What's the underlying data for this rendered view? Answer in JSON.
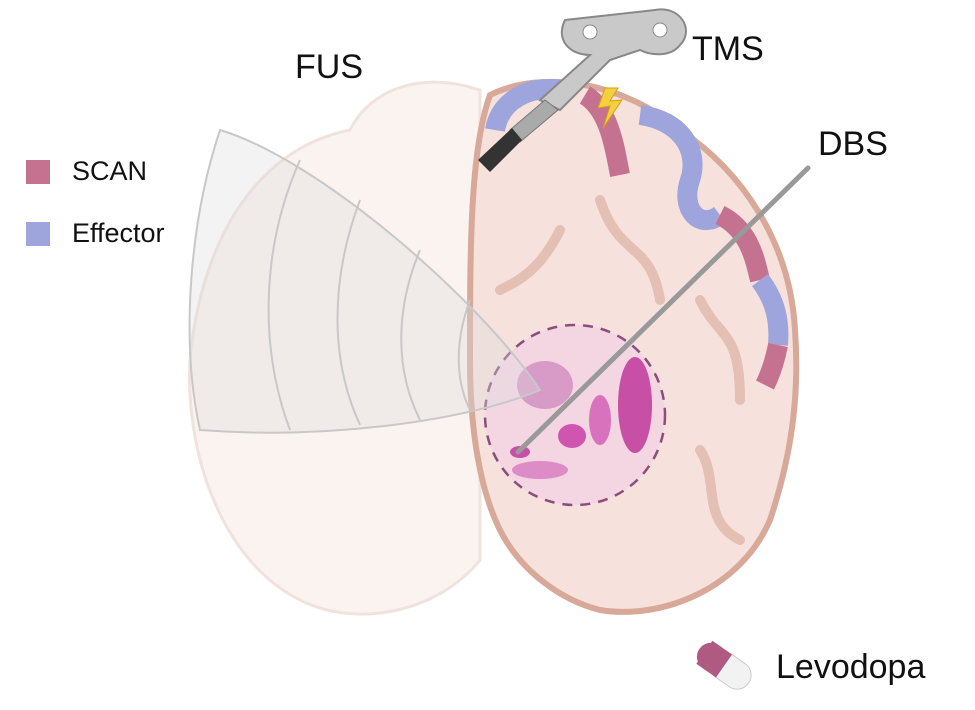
{
  "labels": {
    "fus": "FUS",
    "tms": "TMS",
    "dbs": "DBS",
    "levodopa": "Levodopa"
  },
  "legend": [
    {
      "label": "SCAN",
      "color": "#c4728f"
    },
    {
      "label": "Effector",
      "color": "#9ea4dc"
    }
  ],
  "colors": {
    "brain": "#f6e1dc",
    "brain_edge": "#d8a898",
    "scan": "#c4728f",
    "effector": "#9ea4dc",
    "nuclei": "#c84fa6",
    "target_zone": "#f3d3e4"
  }
}
